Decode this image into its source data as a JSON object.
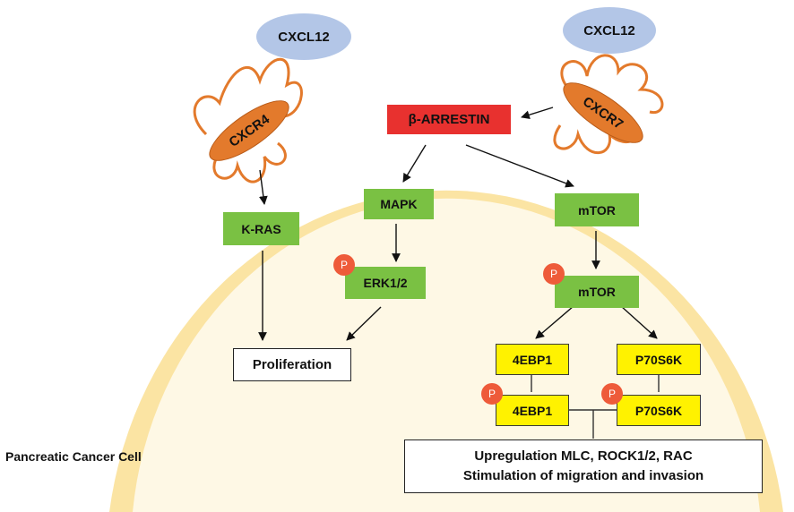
{
  "ligands": [
    "CXCL12",
    "CXCL12"
  ],
  "receptors": [
    "CXCR4",
    "CXCR7"
  ],
  "nodes": {
    "arrestin": "β-ARRESTIN",
    "mapk": "MAPK",
    "mtor": "mTOR",
    "kras": "K-RAS",
    "erk": "ERK1/2",
    "mtor_p": "mTOR",
    "ebp1": "4EBP1",
    "p70": "P70S6K",
    "ebp1_p": "4EBP1",
    "p70_p": "P70S6K",
    "proliferation": "Proliferation",
    "outcome_line1": "Upregulation MLC, ROCK1/2, RAC",
    "outcome_line2": "Stimulation of migration and invasion"
  },
  "phospho_label": "P",
  "cell_label": "Pancreatic Cancer Cell",
  "colors": {
    "membrane": "#fbe4a3",
    "cytoplasm": "#fef8e5",
    "ligand": "#b3c6e7",
    "receptor": "#e37a2c",
    "kinase": "#7ac143",
    "arrestin": "#e8312f",
    "effector": "#fff200",
    "phospho": "#ee5b3a"
  }
}
